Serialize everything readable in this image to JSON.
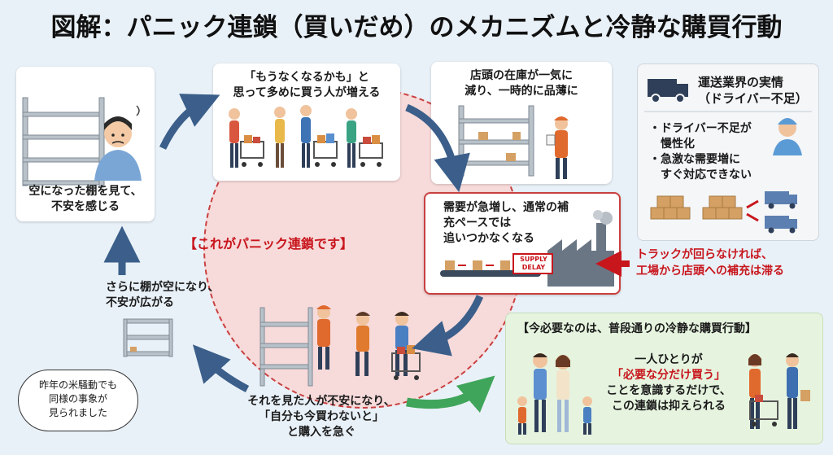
{
  "title": "図解：パニック連鎖（買いだめ）のメカニズムと冷静な購買行動",
  "steps": {
    "empty_shelf": {
      "line1": "空になった棚を見て、",
      "line2": "不安を感じる"
    },
    "buy_more": {
      "line1": "「もうなくなるかも」と",
      "line2": "思って多めに買う人が増える"
    },
    "stock_drop": {
      "line1": "店頭の在庫が一気に",
      "line2": "減り、一時的に品薄に"
    },
    "demand_surge": {
      "line1": "需要が急増し、通常の補",
      "line2": "充ペースでは",
      "line3": "追いつかなくなる",
      "sign1": "SUPPLY",
      "sign2": "DELAY"
    },
    "rush_buy": {
      "line1": "それを見た人が不安になり、",
      "line2": "「自分も今買わないと」",
      "line3": "と購入を急ぐ"
    },
    "spread": {
      "line1": "さらに棚が空になり、",
      "line2": "不安が広がる"
    }
  },
  "center_label": "【これがパニック連鎖です】",
  "transport": {
    "title1": "運送業界の実情",
    "title2": "（ドライバー不足）",
    "bullet1_line1": "ドライバー不足が",
    "bullet1_line2": "慢性化",
    "bullet2_line1": "急激な需要増に",
    "bullet2_line2": "すぐ対応できない"
  },
  "truck_note": {
    "line1": "トラックが回らなければ、",
    "line2": "工場から店頭への補充は滞る"
  },
  "speech": {
    "line1": "昨年の米騒動でも",
    "line2": "同様の事象が",
    "line3": "見られました"
  },
  "advice": {
    "header": "【今必要なのは、普段通りの冷静な購買行動】",
    "line1": "一人ひとりが",
    "line2": "「必要な分だけ買う」",
    "line3": "ことを意識するだけで、",
    "line4": "この連鎖は抑えられる"
  },
  "colors": {
    "background": "#e9f1f8",
    "circle": "#f7dada",
    "accent_red": "#c8161d",
    "arrow_blue": "#3b5f8a",
    "arrow_green": "#3fa55a",
    "advice_bg": "#e6f4df"
  }
}
